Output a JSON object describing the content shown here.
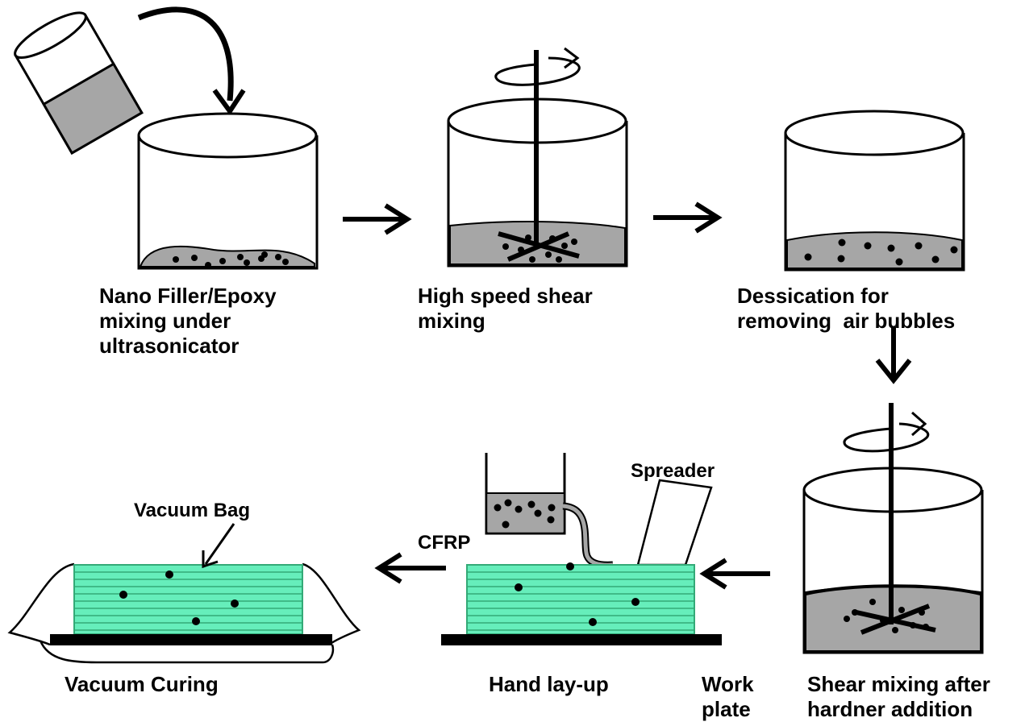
{
  "steps": [
    {
      "id": "step-1",
      "label": "Nano Filler/Epoxy\nmixing under\nultrasonicator"
    },
    {
      "id": "step-2",
      "label": "High speed shear\nmixing"
    },
    {
      "id": "step-3",
      "label": "Dessication for\nremoving  air bubbles"
    },
    {
      "id": "step-4",
      "label": "Shear mixing after\nhardner addition"
    },
    {
      "id": "step-5",
      "label": "Hand lay-up"
    },
    {
      "id": "step-6",
      "label": "Vacuum Curing"
    }
  ],
  "annotations": {
    "work_plate": "Work\nplate",
    "spreader": "Spreader",
    "cfrp": "CFRP",
    "vacuum_bag": "Vacuum Bag"
  },
  "colors": {
    "resin": "#a6a6a6",
    "laminate": "#66eebb",
    "laminate_lines": "#33aa77",
    "ink": "#000000"
  }
}
